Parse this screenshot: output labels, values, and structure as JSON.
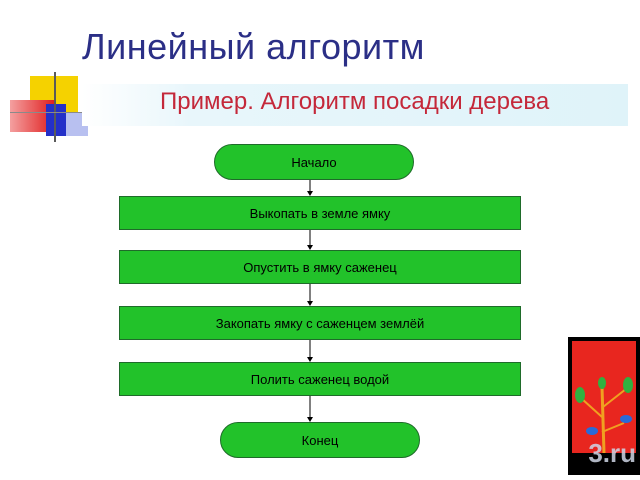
{
  "slide": {
    "title": "Линейный алгоритм",
    "subtitle": "Пример. Алгоритм посадки дерева"
  },
  "flowchart": {
    "start": "Начало",
    "steps": [
      "Выкопать в земле ямку",
      "Опустить в ямку саженец",
      "Закопать ямку с саженцем землёй",
      "Полить саженец водой"
    ],
    "end": "Конец"
  },
  "watermark": "3.ru",
  "colors": {
    "title": "#2b2f86",
    "subtitle": "#c4283a",
    "node_fill": "#22c22a"
  }
}
